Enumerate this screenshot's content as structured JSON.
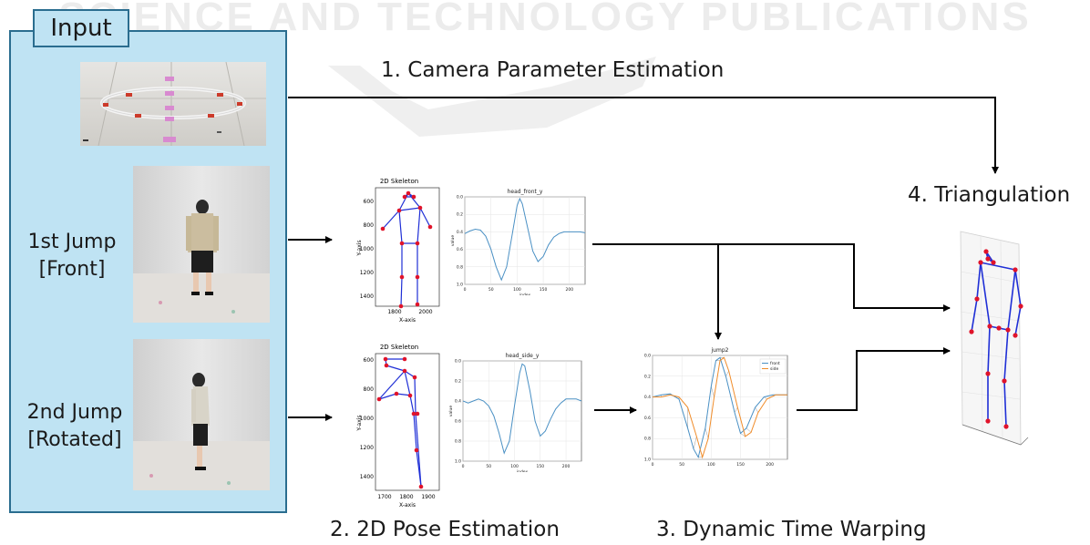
{
  "watermark": "SCIENCE AND TECHNOLOGY PUBLICATIONS",
  "input": {
    "tag": "Input",
    "jump1_label_line1": "1st Jump",
    "jump1_label_line2": "[Front]",
    "jump2_label_line1": "2nd Jump",
    "jump2_label_line2": "[Rotated]"
  },
  "steps": {
    "camera": "1. Camera Parameter Estimation",
    "pose": "2. 2D Pose Estimation",
    "dtw": "3. Dynamic Time Warping",
    "triangulation": "4. Triangulation"
  },
  "skeleton_front": {
    "title": "2D Skeleton",
    "xlabel": "X-axis",
    "ylabel": "Y-axis",
    "yticks": [
      "600",
      "800",
      "1000",
      "1200",
      "1400"
    ],
    "xticks": [
      "1800",
      "2000"
    ]
  },
  "skeleton_side": {
    "title": "2D Skeleton",
    "xlabel": "X-axis",
    "ylabel": "Y-axis",
    "yticks": [
      "600",
      "800",
      "1000",
      "1200",
      "1400"
    ],
    "xticks": [
      "1700",
      "1800",
      "1900"
    ]
  },
  "chart_data": [
    {
      "type": "line",
      "title": "head_front_y",
      "xlabel": "index",
      "ylabel": "value",
      "xlim": [
        0,
        230
      ],
      "ylim": [
        1.0,
        0.0
      ],
      "xticks": [
        "0",
        "50",
        "100",
        "150",
        "200"
      ],
      "yticks": [
        "0.0",
        "0.2",
        "0.4",
        "0.6",
        "0.8",
        "1.0"
      ],
      "series": [
        {
          "x": [
            0,
            10,
            20,
            30,
            40,
            50,
            60,
            70,
            80,
            90,
            100,
            105,
            110,
            120,
            130,
            140,
            150,
            160,
            170,
            180,
            190,
            200,
            210,
            220,
            230
          ],
          "y": [
            0.42,
            0.39,
            0.37,
            0.38,
            0.45,
            0.6,
            0.8,
            0.95,
            0.8,
            0.45,
            0.1,
            0.02,
            0.08,
            0.35,
            0.62,
            0.74,
            0.68,
            0.55,
            0.46,
            0.42,
            0.4,
            0.4,
            0.4,
            0.4,
            0.41
          ]
        }
      ]
    },
    {
      "type": "line",
      "title": "head_side_y",
      "xlabel": "index",
      "ylabel": "value",
      "xlim": [
        0,
        230
      ],
      "ylim": [
        1.0,
        0.0
      ],
      "xticks": [
        "0",
        "50",
        "100",
        "150",
        "200"
      ],
      "yticks": [
        "0.0",
        "0.2",
        "0.4",
        "0.6",
        "0.8",
        "1.0"
      ],
      "series": [
        {
          "x": [
            0,
            10,
            20,
            30,
            40,
            50,
            60,
            70,
            80,
            90,
            100,
            110,
            115,
            120,
            130,
            140,
            150,
            160,
            170,
            180,
            190,
            200,
            210,
            220,
            230
          ],
          "y": [
            0.4,
            0.42,
            0.4,
            0.38,
            0.4,
            0.45,
            0.55,
            0.72,
            0.92,
            0.8,
            0.45,
            0.12,
            0.03,
            0.05,
            0.3,
            0.6,
            0.75,
            0.7,
            0.58,
            0.48,
            0.42,
            0.38,
            0.38,
            0.38,
            0.4
          ]
        }
      ]
    },
    {
      "type": "line",
      "title": "jump2",
      "xlim": [
        0,
        230
      ],
      "ylim": [
        1.0,
        0.0
      ],
      "xticks": [
        "0",
        "50",
        "100",
        "150",
        "200"
      ],
      "yticks": [
        "0.0",
        "0.2",
        "0.4",
        "0.6",
        "0.8",
        "1.0"
      ],
      "legend": "top-right",
      "series": [
        {
          "name": "front",
          "color": "#4a90c4",
          "x": [
            0,
            15,
            30,
            45,
            60,
            70,
            78,
            90,
            100,
            108,
            115,
            125,
            140,
            150,
            160,
            175,
            190,
            205,
            220,
            230
          ],
          "y": [
            0.4,
            0.38,
            0.37,
            0.42,
            0.7,
            0.9,
            0.98,
            0.7,
            0.3,
            0.05,
            0.02,
            0.2,
            0.55,
            0.75,
            0.7,
            0.5,
            0.4,
            0.38,
            0.38,
            0.38
          ]
        },
        {
          "name": "side",
          "color": "#f08c2a",
          "x": [
            0,
            15,
            30,
            45,
            60,
            75,
            85,
            95,
            105,
            115,
            122,
            130,
            145,
            158,
            168,
            180,
            195,
            210,
            220,
            230
          ],
          "y": [
            0.4,
            0.4,
            0.38,
            0.4,
            0.5,
            0.78,
            0.98,
            0.8,
            0.4,
            0.05,
            0.02,
            0.15,
            0.5,
            0.78,
            0.74,
            0.55,
            0.42,
            0.38,
            0.38,
            0.38
          ]
        }
      ]
    }
  ],
  "colors": {
    "input_bg": "#bfe3f3",
    "input_border": "#2a6d8f",
    "joint": "#e0132a",
    "bone": "#1f2fd6",
    "front_series": "#4a90c4",
    "side_series": "#f08c2a",
    "arrow": "#000000"
  }
}
